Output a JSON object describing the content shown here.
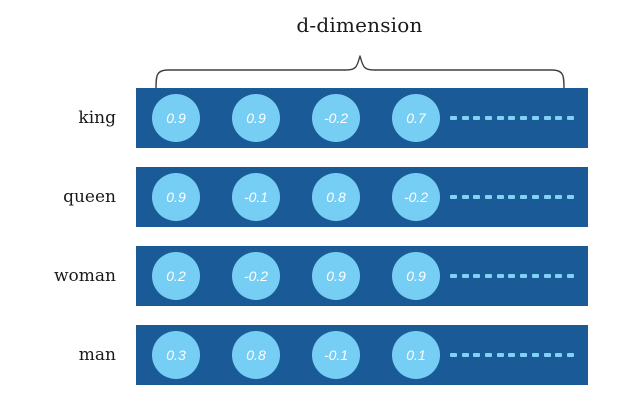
{
  "figure": {
    "title": "d-dimension",
    "colors": {
      "bar_background": "#1a5a96",
      "cell_fill": "#77cef4",
      "cell_text": "#ffffff",
      "label_text": "#1a1a1a",
      "brace_stroke": "#3f3f3f",
      "page_background": "#ffffff"
    },
    "ellipsis_dash_count": 11
  },
  "chart_data": {
    "type": "table",
    "title": "d-dimension",
    "xlabel": "d-dimension",
    "ylabel": "",
    "categories": [
      "king",
      "queen",
      "woman",
      "man"
    ],
    "series": [
      {
        "name": "king",
        "values": [
          0.9,
          0.9,
          -0.2,
          0.7
        ]
      },
      {
        "name": "queen",
        "values": [
          0.9,
          -0.1,
          0.8,
          -0.2
        ]
      },
      {
        "name": "woman",
        "values": [
          0.2,
          -0.2,
          0.9,
          0.9
        ]
      },
      {
        "name": "man",
        "values": [
          0.3,
          0.8,
          -0.1,
          0.1
        ]
      }
    ]
  },
  "rows": [
    {
      "label": "king",
      "cells": [
        {
          "value": "0.9"
        },
        {
          "value": "0.9"
        },
        {
          "value": "-0.2"
        },
        {
          "value": "0.7"
        }
      ]
    },
    {
      "label": "queen",
      "cells": [
        {
          "value": "0.9"
        },
        {
          "value": "-0.1"
        },
        {
          "value": "0.8"
        },
        {
          "value": "-0.2"
        }
      ]
    },
    {
      "label": "woman",
      "cells": [
        {
          "value": "0.2"
        },
        {
          "value": "-0.2"
        },
        {
          "value": "0.9"
        },
        {
          "value": "0.9"
        }
      ]
    },
    {
      "label": "man",
      "cells": [
        {
          "value": "0.3"
        },
        {
          "value": "0.8"
        },
        {
          "value": "-0.1"
        },
        {
          "value": "0.1"
        }
      ]
    }
  ]
}
